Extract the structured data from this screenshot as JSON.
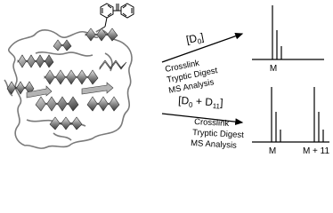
{
  "top": {
    "reagent_main": "[D",
    "reagent_sub": "0",
    "reagent_close": "]",
    "steps": [
      "Crosslink",
      "Tryptic Digest",
      "MS Analysis"
    ],
    "peak_label": "M"
  },
  "bottom": {
    "reagent_open": "[D",
    "reagent_sub1": "0",
    "reagent_plus": " + D",
    "reagent_sub2": "11",
    "reagent_close": "]",
    "steps": [
      "Crosslink",
      "Tryptic Digest",
      "MS Analysis"
    ],
    "peak_label_1": "M",
    "peak_label_2": "M + 11"
  },
  "colors": {
    "protein_dark": "#3a3a3a",
    "protein_mid": "#8c8c8c",
    "protein_light": "#d2d2d2",
    "line": "#000000"
  },
  "icons": {
    "molecule": "benzophenone-structure",
    "protein": "protein-ribbon-structure"
  }
}
